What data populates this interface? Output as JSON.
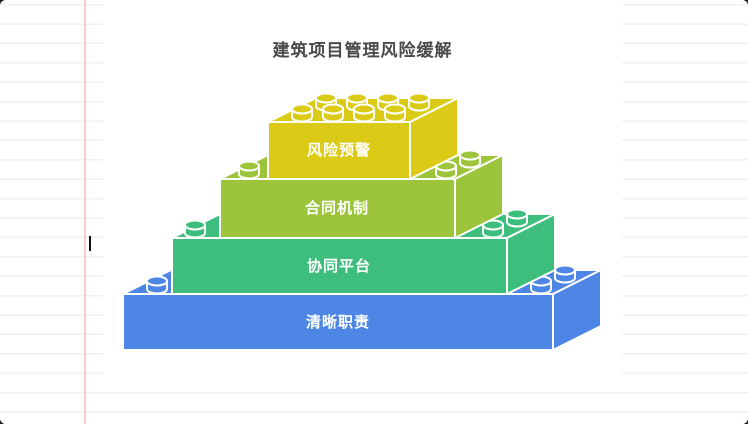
{
  "page": {
    "background_color": "#1a1a1a",
    "card_color": "#ffffff",
    "grid_line_color": "#f0f0f3",
    "ruler_line_color": "#f6cbcb"
  },
  "title": {
    "text": "建筑项目管理风险缓解",
    "color": "#4a4a4a"
  },
  "bricks": [
    {
      "label": "清晰职责",
      "color": "#4D86E4",
      "label_color": "#ffffff"
    },
    {
      "label": "协同平台",
      "color": "#3DBE7D",
      "label_color": "#ffffff"
    },
    {
      "label": "合同机制",
      "color": "#9CC53C",
      "label_color": "#ffffff"
    },
    {
      "label": "风险预警",
      "color": "#DCCB16",
      "label_color": "#ffffff"
    }
  ]
}
